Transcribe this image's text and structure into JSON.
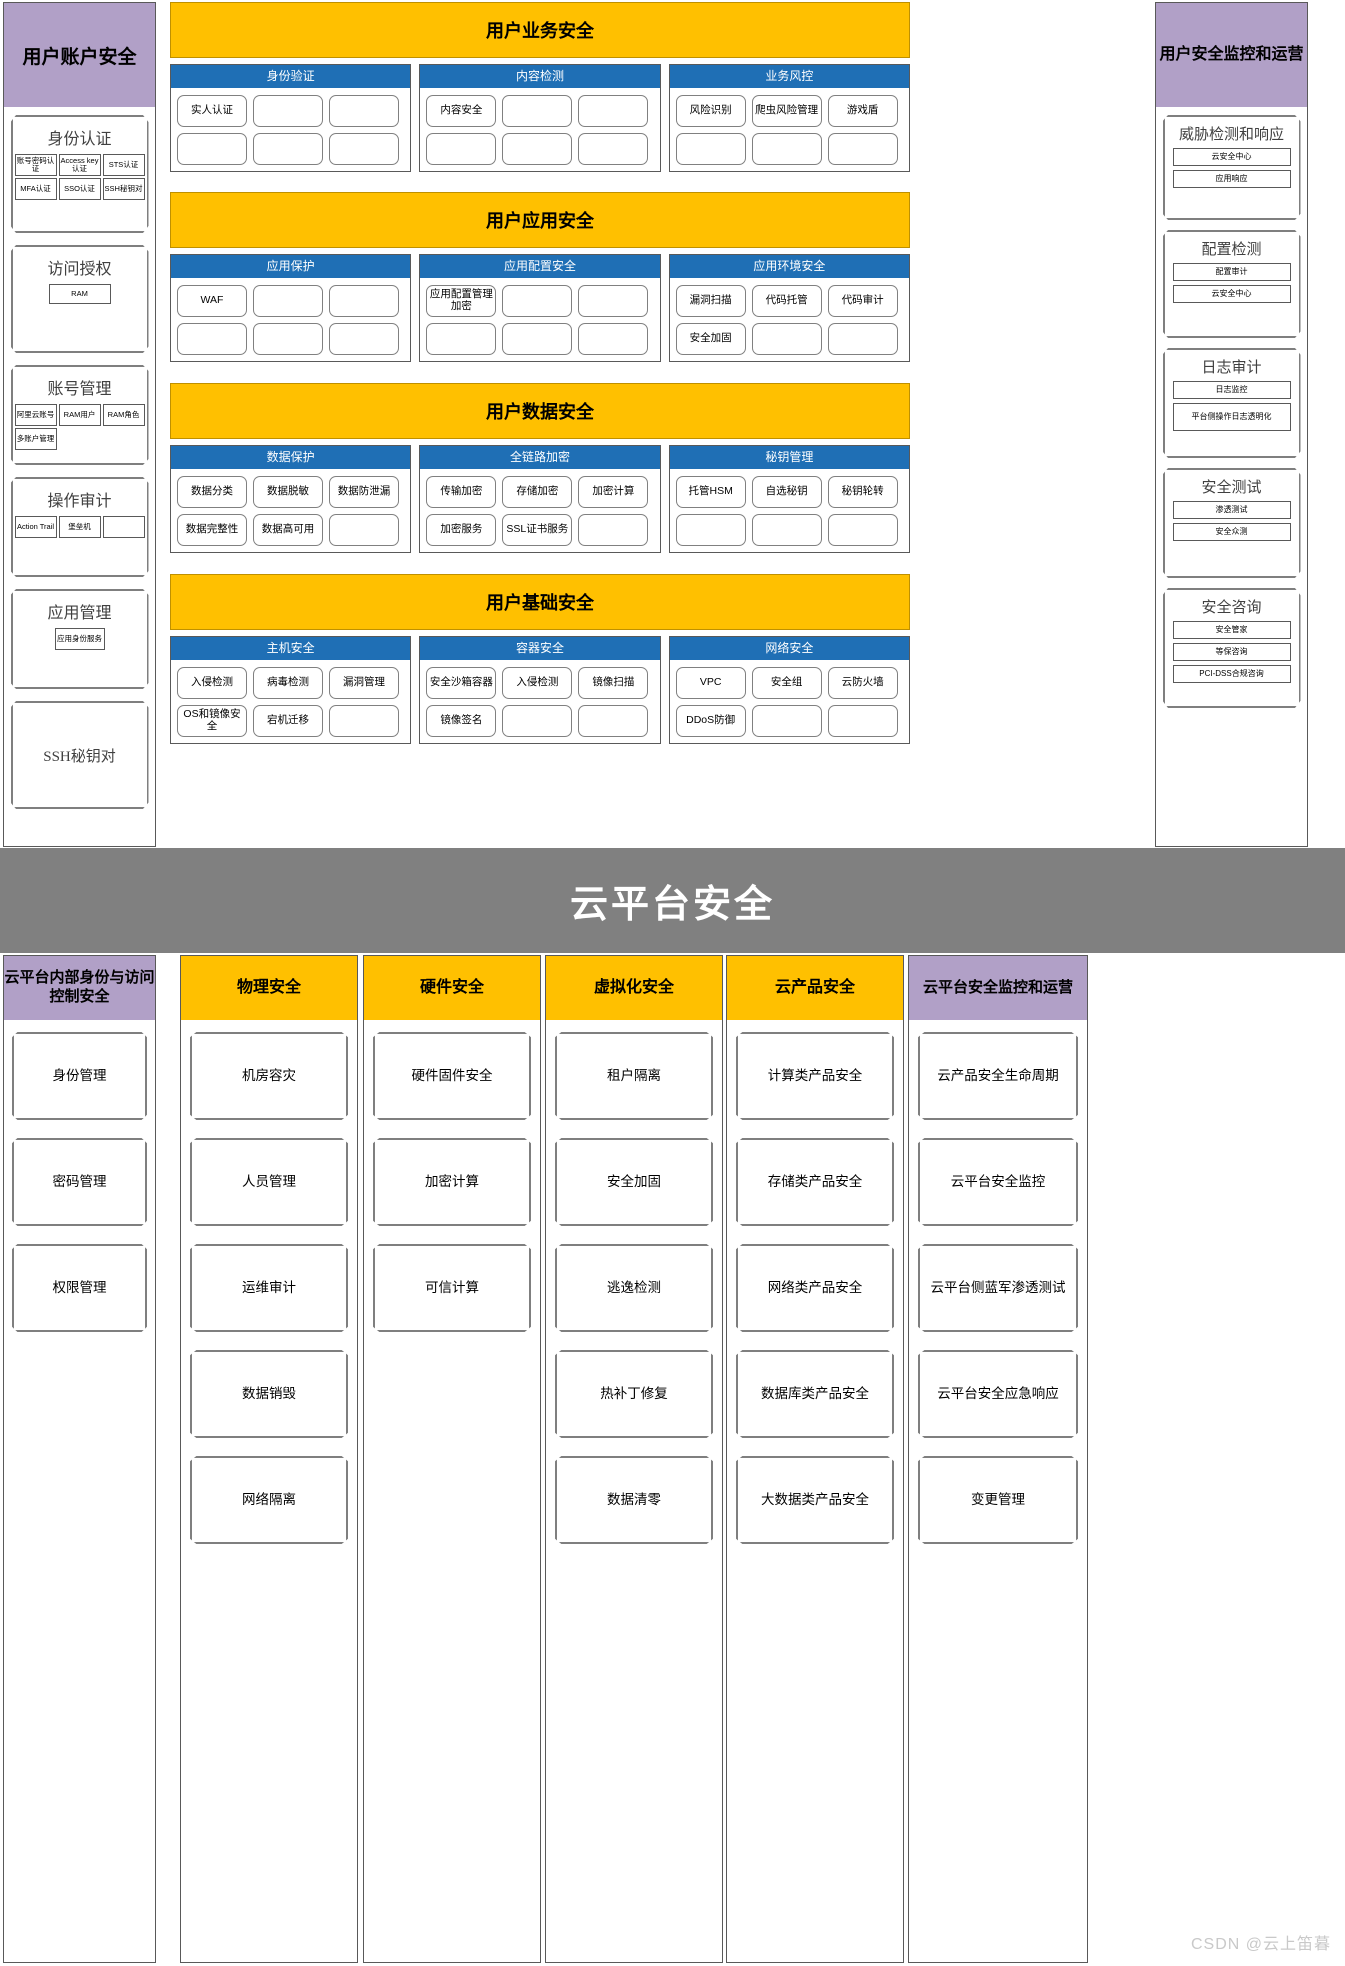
{
  "watermark": "CSDN @云上笛暮",
  "mid_banner": {
    "title": "云平台安全"
  },
  "colors": {
    "purple_header": "#b1a0c7",
    "yellow_header": "#ffc000",
    "blue_subheader": "#1f6fb5",
    "gray_banner": "#808080",
    "card_border": "#7f7f7f"
  },
  "left_column": {
    "title": "用户账户安全",
    "groups": [
      {
        "title": "身份认证",
        "items": [
          "账号密码认证",
          "Access key认证",
          "STS认证",
          "MFA认证",
          "SSO认证",
          "SSH秘钥对"
        ]
      },
      {
        "title": "访问授权",
        "items": [
          "RAM"
        ]
      },
      {
        "title": "账号管理",
        "items": [
          "阿里云账号",
          "RAM用户",
          "RAM角色",
          "多账户管理"
        ]
      },
      {
        "title": "操作审计",
        "items": [
          "Action Trail",
          "堡垒机",
          ""
        ]
      },
      {
        "title": "应用管理",
        "items": [
          "应用身份服务"
        ]
      },
      {
        "title": "SSH秘钥对",
        "items": []
      }
    ]
  },
  "right_column": {
    "title": "用户安全监控和运营",
    "groups": [
      {
        "title": "威胁检测和响应",
        "items": [
          "云安全中心",
          "应用响应"
        ]
      },
      {
        "title": "配置检测",
        "items": [
          "配置审计",
          "云安全中心"
        ]
      },
      {
        "title": "日志审计",
        "items": [
          "日志监控",
          "平台侧操作日志透明化"
        ]
      },
      {
        "title": "安全测试",
        "items": [
          "渗透测试",
          "安全众测"
        ]
      },
      {
        "title": "安全咨询",
        "items": [
          "安全管家",
          "等保咨询",
          "PCI-DSS合规咨询"
        ]
      }
    ]
  },
  "center_blocks": [
    {
      "title": "用户业务安全",
      "columns": [
        {
          "title": "身份验证",
          "items": [
            "实人认证",
            "",
            "",
            "",
            "",
            ""
          ]
        },
        {
          "title": "内容检测",
          "items": [
            "内容安全",
            "",
            "",
            "",
            "",
            ""
          ]
        },
        {
          "title": "业务风控",
          "items": [
            "风险识别",
            "爬虫风险管理",
            "游戏盾",
            "",
            "",
            ""
          ]
        }
      ]
    },
    {
      "title": "用户应用安全",
      "columns": [
        {
          "title": "应用保护",
          "items": [
            "WAF",
            "",
            "",
            "",
            "",
            ""
          ]
        },
        {
          "title": "应用配置安全",
          "items": [
            "应用配置管理加密",
            "",
            "",
            "",
            "",
            ""
          ]
        },
        {
          "title": "应用环境安全",
          "items": [
            "漏洞扫描",
            "代码托管",
            "代码审计",
            "安全加固",
            "",
            ""
          ]
        }
      ]
    },
    {
      "title": "用户数据安全",
      "columns": [
        {
          "title": "数据保护",
          "items": [
            "数据分类",
            "数据脱敏",
            "数据防泄漏",
            "数据完整性",
            "数据高可用",
            ""
          ]
        },
        {
          "title": "全链路加密",
          "items": [
            "传输加密",
            "存储加密",
            "加密计算",
            "加密服务",
            "SSL证书服务",
            ""
          ]
        },
        {
          "title": "秘钥管理",
          "items": [
            "托管HSM",
            "自选秘钥",
            "秘钥轮转",
            "",
            "",
            ""
          ]
        }
      ]
    },
    {
      "title": "用户基础安全",
      "columns": [
        {
          "title": "主机安全",
          "items": [
            "入侵检测",
            "病毒检测",
            "漏洞管理",
            "OS和镜像安全",
            "宕机迁移",
            ""
          ]
        },
        {
          "title": "容器安全",
          "items": [
            "安全沙箱容器",
            "入侵检测",
            "镜像扫描",
            "镜像签名",
            "",
            ""
          ]
        },
        {
          "title": "网络安全",
          "items": [
            "VPC",
            "安全组",
            "云防火墙",
            "DDoS防御",
            "",
            ""
          ]
        }
      ]
    }
  ],
  "bottom_columns": [
    {
      "title": "云平台内部身份与访问控制安全",
      "style": "purple",
      "items": [
        "身份管理",
        "密码管理",
        "权限管理"
      ]
    },
    {
      "title": "物理安全",
      "style": "yellow",
      "items": [
        "机房容灾",
        "人员管理",
        "运维审计",
        "数据销毁",
        "网络隔离"
      ]
    },
    {
      "title": "硬件安全",
      "style": "yellow",
      "items": [
        "硬件固件安全",
        "加密计算",
        "可信计算"
      ]
    },
    {
      "title": "虚拟化安全",
      "style": "yellow",
      "items": [
        "租户隔离",
        "安全加固",
        "逃逸检测",
        "热补丁修复",
        "数据清零"
      ]
    },
    {
      "title": "云产品安全",
      "style": "yellow",
      "items": [
        "计算类产品安全",
        "存储类产品安全",
        "网络类产品安全",
        "数据库类产品安全",
        "大数据类产品安全"
      ]
    },
    {
      "title": "云平台安全监控和运营",
      "style": "purple",
      "items": [
        "云产品安全生命周期",
        "云平台安全监控",
        "云平台侧蓝军渗透测试",
        "云平台安全应急响应",
        "变更管理"
      ]
    }
  ]
}
